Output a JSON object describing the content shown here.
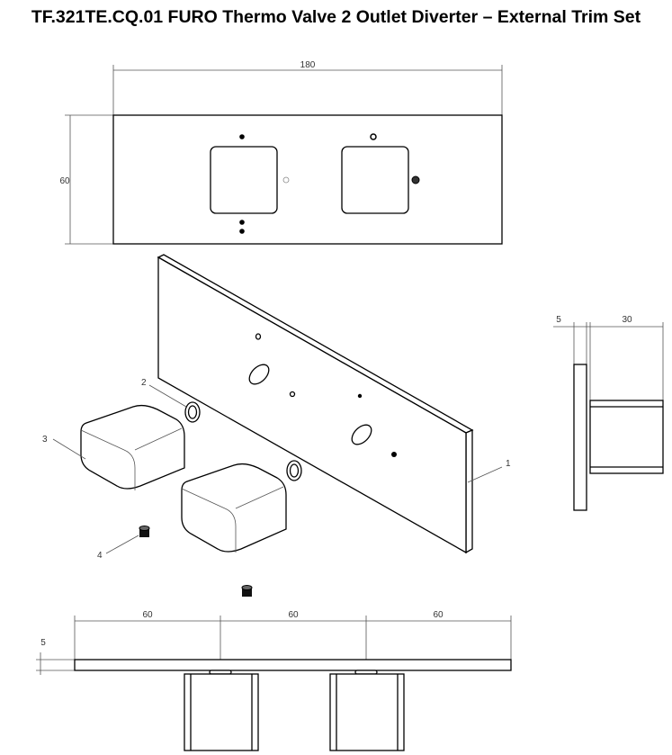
{
  "title": "TF.321TE.CQ.01 FURO Thermo Valve 2 Outlet Diverter – External Trim Set",
  "top_view": {
    "width_dim": "180",
    "height_dim": "60"
  },
  "side_view": {
    "plate_dim": "5",
    "knob_dim": "30"
  },
  "bottom_view": {
    "spacing_dims": [
      "60",
      "60",
      "60"
    ],
    "thickness_dim": "5"
  },
  "callouts": [
    "1",
    "2",
    "3",
    "4"
  ]
}
